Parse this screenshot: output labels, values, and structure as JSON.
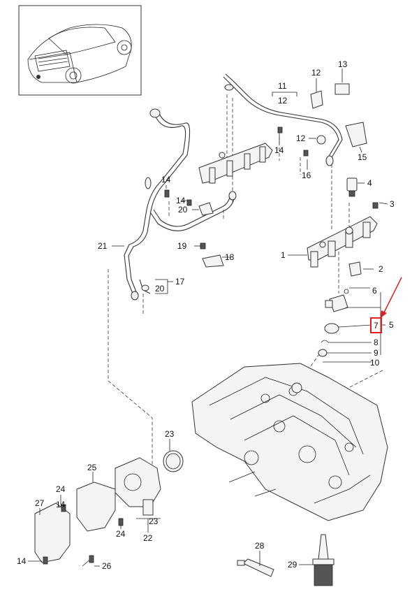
{
  "diagram": {
    "callouts": [
      {
        "id": "c1",
        "label": "1"
      },
      {
        "id": "c2",
        "label": "2"
      },
      {
        "id": "c3",
        "label": "3"
      },
      {
        "id": "c4",
        "label": "4"
      },
      {
        "id": "c5",
        "label": "5"
      },
      {
        "id": "c6",
        "label": "6"
      },
      {
        "id": "c7",
        "label": "7",
        "highlighted": true
      },
      {
        "id": "c8",
        "label": "8"
      },
      {
        "id": "c9",
        "label": "9"
      },
      {
        "id": "c10",
        "label": "10"
      },
      {
        "id": "c11",
        "label": "11"
      },
      {
        "id": "c12a",
        "label": "12"
      },
      {
        "id": "c12b",
        "label": "12"
      },
      {
        "id": "c12c",
        "label": "12"
      },
      {
        "id": "c13",
        "label": "13"
      },
      {
        "id": "c14a",
        "label": "14"
      },
      {
        "id": "c14b",
        "label": "14"
      },
      {
        "id": "c14c",
        "label": "14"
      },
      {
        "id": "c14d",
        "label": "14"
      },
      {
        "id": "c14e",
        "label": "14"
      },
      {
        "id": "c15",
        "label": "15"
      },
      {
        "id": "c16",
        "label": "16"
      },
      {
        "id": "c17",
        "label": "17"
      },
      {
        "id": "c18",
        "label": "18"
      },
      {
        "id": "c19",
        "label": "19"
      },
      {
        "id": "c20a",
        "label": "20"
      },
      {
        "id": "c20b",
        "label": "20"
      },
      {
        "id": "c21",
        "label": "21"
      },
      {
        "id": "c22",
        "label": "22"
      },
      {
        "id": "c23a",
        "label": "23"
      },
      {
        "id": "c23b",
        "label": "23"
      },
      {
        "id": "c24a",
        "label": "24"
      },
      {
        "id": "c24b",
        "label": "24"
      },
      {
        "id": "c25",
        "label": "25"
      },
      {
        "id": "c26",
        "label": "26"
      },
      {
        "id": "c27",
        "label": "27"
      },
      {
        "id": "c28",
        "label": "28"
      },
      {
        "id": "c29",
        "label": "29"
      }
    ],
    "highlight_color": "#e02020",
    "line_color": "#222222"
  }
}
